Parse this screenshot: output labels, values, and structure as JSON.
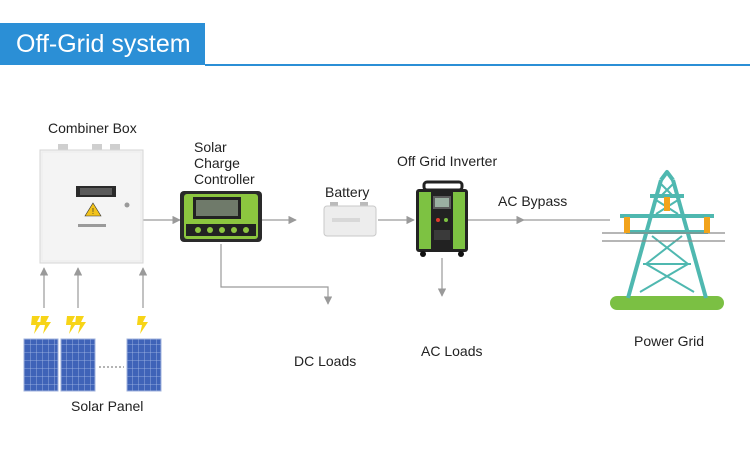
{
  "header": {
    "title": "Off-Grid system",
    "accent_color": "#2b8fd6"
  },
  "labels": {
    "combiner_box": "Combiner Box",
    "charge_controller_line1": "Solar",
    "charge_controller_line2": "Charge",
    "charge_controller_line3": "Controller",
    "battery": "Battery",
    "inverter": "Off Grid Inverter",
    "ac_bypass": "AC Bypass",
    "dc_loads": "DC Loads",
    "ac_loads": "AC Loads",
    "power_grid": "Power Grid",
    "solar_panel": "Solar Panel"
  },
  "colors": {
    "line": "#9a9a9a",
    "controller_green": "#8cc63f",
    "inverter_green": "#7dc242",
    "tower_teal": "#4fb8b0",
    "insulator_orange": "#f2a31b",
    "panel_blue": "#3f63b8",
    "lightning_yellow": "#f7d417"
  }
}
